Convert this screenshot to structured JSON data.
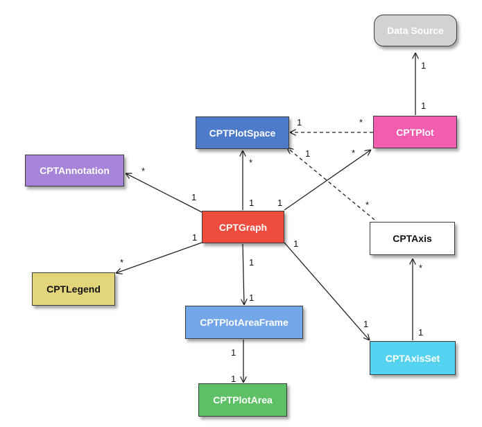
{
  "nodes": {
    "data_source": {
      "label": "Data Source",
      "color": "#d0d2d4"
    },
    "cpt_plot": {
      "label": "CPTPlot",
      "color": "#f25db0"
    },
    "cpt_plot_space": {
      "label": "CPTPlotSpace",
      "color": "#4d7bc9"
    },
    "cpt_annotation": {
      "label": "CPTAnnotation",
      "color": "#a684d8"
    },
    "cpt_graph": {
      "label": "CPTGraph",
      "color": "#ee4c3c"
    },
    "cpt_axis": {
      "label": "CPTAxis",
      "color": "#ffffff"
    },
    "cpt_legend": {
      "label": "CPTLegend",
      "color": "#e3d57a"
    },
    "cpt_plot_area_frame": {
      "label": "CPTPlotAreaFrame",
      "color": "#74a6ea"
    },
    "cpt_axis_set": {
      "label": "CPTAxisSet",
      "color": "#55d2ef"
    },
    "cpt_plot_area": {
      "label": "CPTPlotArea",
      "color": "#5ec064"
    }
  },
  "multiplicities": {
    "plot_to_datasource_head": "1",
    "plot_to_datasource_tail": "1",
    "plot_to_plotspace_head": "1",
    "plot_to_plotspace_tail": "*",
    "axis_to_plotspace_head": "1",
    "axis_to_plotspace_tail": "*",
    "graph_to_plot_head": "*",
    "graph_to_plot_tail": "1",
    "graph_to_plotspace_head": "*",
    "graph_to_plotspace_tail": "1",
    "graph_to_annotation_head": "*",
    "graph_to_annotation_tail": "1",
    "graph_to_legend_head": "*",
    "graph_to_legend_tail": "1",
    "graph_to_frame_tail": "1",
    "graph_to_frame_head": "1",
    "graph_to_axisset_tail": "1",
    "graph_to_axisset_head": "1",
    "frame_to_plotarea_tail": "1",
    "frame_to_plotarea_head": "1",
    "axisset_to_axis_tail": "1",
    "axisset_to_axis_head": "*"
  }
}
